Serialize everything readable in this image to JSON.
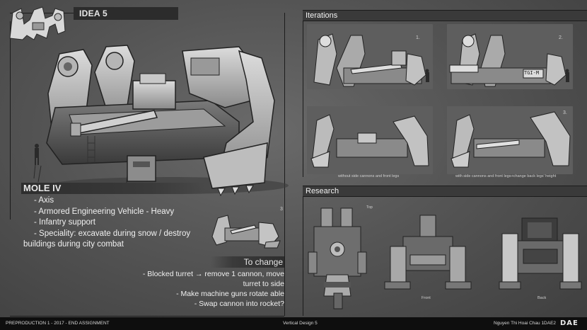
{
  "idea": {
    "title": "IDEA 5"
  },
  "vehicle": {
    "name": "MOLE IV",
    "specs": [
      "- Axis",
      "- Armored Engineering Vehicle - Heavy",
      "- Infantry support",
      "- Speciality: excavate during snow / destroy"
    ],
    "spec_wrap": "buildings during city combat"
  },
  "change": {
    "title": "To change",
    "items": [
      "- Blocked turret → remove 1 cannon, move",
      "turret to side",
      "- Make machine guns rotate able",
      "- Swap cannon into rocket?"
    ],
    "sketch_number": "3"
  },
  "iterations": {
    "title": "Iterations",
    "numbers": [
      "1.",
      "2.",
      "3."
    ],
    "captions": [
      "without side cannons and front legs",
      "with side cannons and front legs+change back legs' height"
    ],
    "plate": "TGI-M"
  },
  "research": {
    "title": "Research",
    "views": [
      "Top",
      "Front",
      "Back"
    ]
  },
  "footer": {
    "left": "PREPRODUCTION 1 - 2017 - END ASSIGNMENT",
    "center": "Vertical Design 5",
    "right": "Nguyen Thi Hoai Chau 1DAE2",
    "logo": "DAE"
  }
}
